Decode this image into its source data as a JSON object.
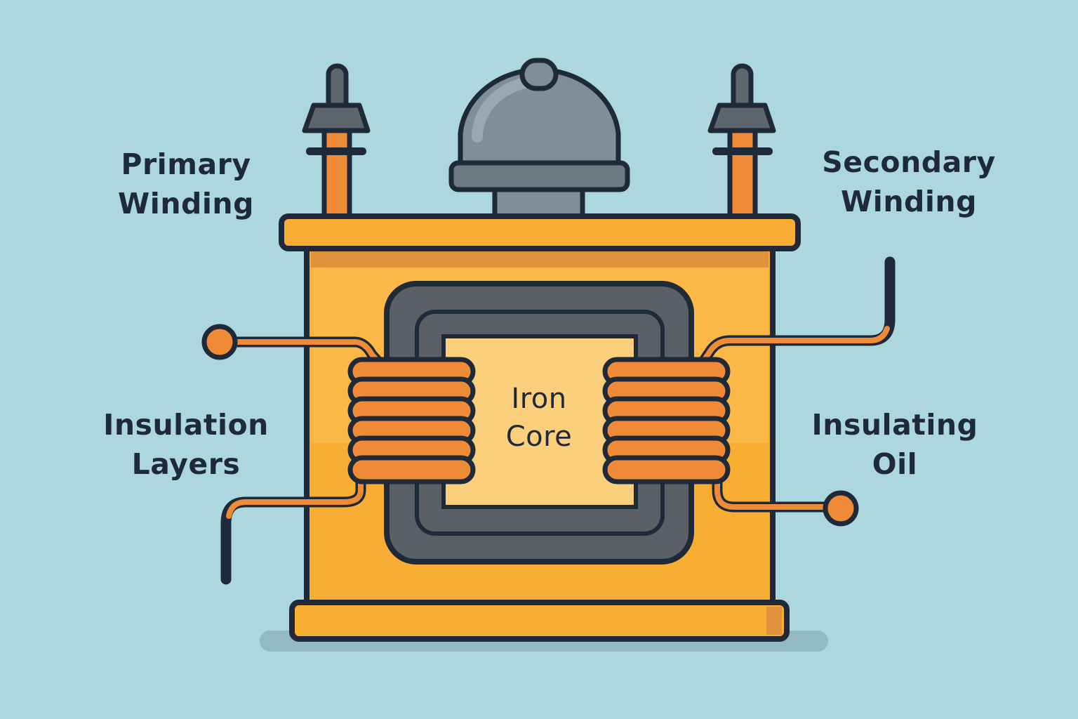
{
  "labels": {
    "primary_winding": [
      "Primary",
      "Winding"
    ],
    "secondary_winding": [
      "Secondary",
      "Winding"
    ],
    "insulation_layers": [
      "Insulation",
      "Layers"
    ],
    "insulating_oil": [
      "Insulating",
      "Oil"
    ],
    "iron_core": [
      "Iron",
      "Core"
    ]
  },
  "colors": {
    "background": "#acd7df",
    "tank": "#f9ad33",
    "tank_light": "#fbc460",
    "outline": "#1e2a38",
    "copper": "#ef8a36",
    "core_dark": "#5a6065",
    "core_fill": "#fbcf7c",
    "dome": "#7f8e97",
    "shadow": "#93b9c2"
  },
  "icons": [
    "transformer-tank",
    "conservator-dome",
    "bushing",
    "coil",
    "terminal"
  ]
}
